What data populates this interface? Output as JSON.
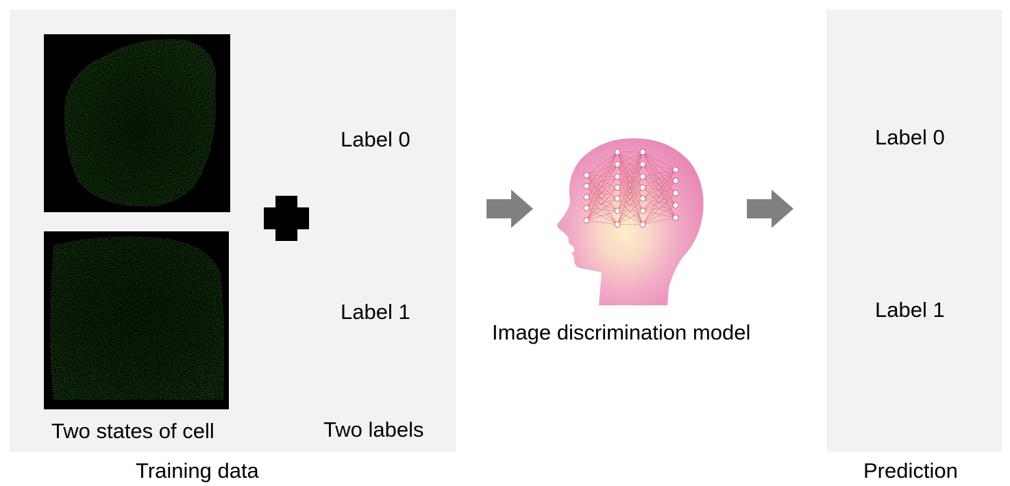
{
  "training": {
    "title": "Training data",
    "cells_caption": "Two states of cell",
    "labels_caption": "Two labels",
    "labels": [
      "Label 0",
      "Label 1"
    ]
  },
  "model": {
    "caption": "Image discrimination model"
  },
  "prediction": {
    "title": "Prediction",
    "labels": [
      "Label 0",
      "Label 1"
    ]
  },
  "icons": {
    "plus": "plus-icon",
    "arrow": "arrow-right-icon",
    "model": "head-neural-network-icon"
  },
  "colors": {
    "panel": "#f2f2f2",
    "cell_green": "#2f7a22",
    "arrow": "#808080",
    "head_pink": "#e98fb7",
    "head_glow": "#fbe9c4"
  }
}
